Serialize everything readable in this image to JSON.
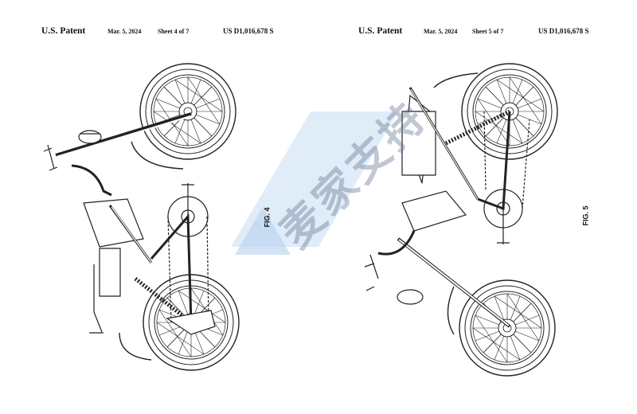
{
  "sheets": [
    {
      "header": {
        "patent_label": "U.S. Patent",
        "date": "Mar. 5, 2024",
        "sheet": "Sheet 4 of 7",
        "number": "US D1,016,678 S"
      },
      "figure_label": "FIG. 4"
    },
    {
      "header": {
        "patent_label": "U.S. Patent",
        "date": "Mar. 5, 2024",
        "sheet": "Sheet 5 of 7",
        "number": "US D1,016,678 S"
      },
      "figure_label": "FIG. 5"
    }
  ],
  "watermark": {
    "text": "麦家支持",
    "color": "#5a6e8c",
    "logo_color": "#c7dcf2"
  },
  "colors": {
    "line": "#222222",
    "background": "#ffffff"
  }
}
